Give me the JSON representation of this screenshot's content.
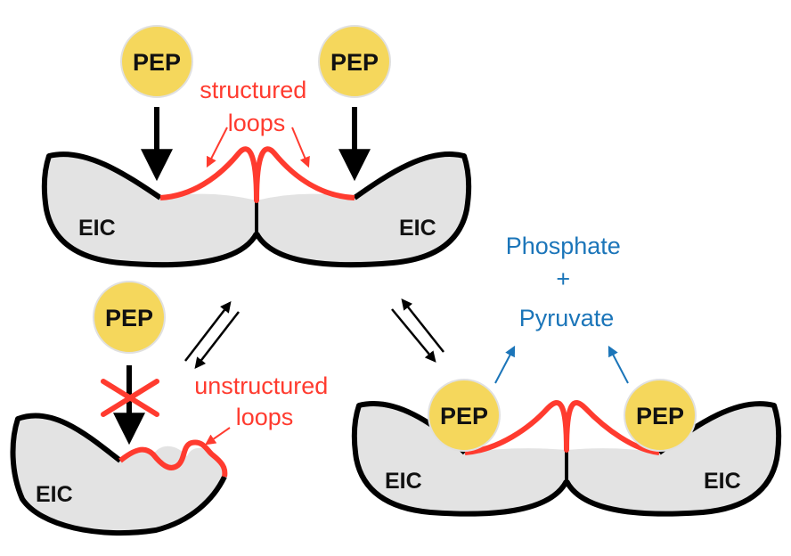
{
  "colors": {
    "pep_fill": "#f5d75c",
    "protein_fill": "#e3e3e3",
    "outline": "#000000",
    "loop_red": "#ff3b2f",
    "product_blue": "#1b75b9"
  },
  "labels": {
    "pep": "PEP",
    "eic": "EIC",
    "structured_loops": [
      "structured",
      "loops"
    ],
    "unstructured_loops": [
      "unstructured",
      "loops"
    ],
    "products": [
      "Phosphate",
      "+",
      "Pyruvate"
    ]
  },
  "icons": {
    "blocked": "red-x-icon",
    "equilibrium": "equilibrium-arrows-icon"
  }
}
